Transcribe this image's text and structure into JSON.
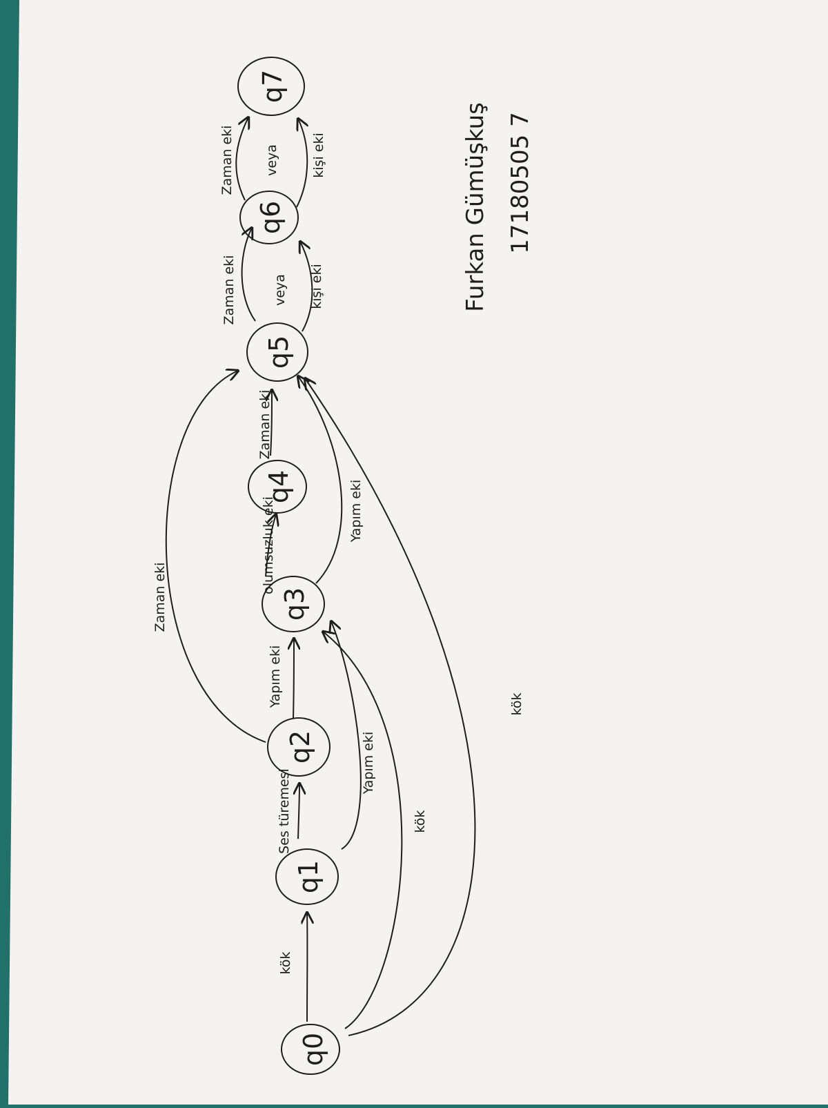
{
  "states": [
    {
      "id": "q0",
      "label": "q0"
    },
    {
      "id": "q1",
      "label": "q1"
    },
    {
      "id": "q2",
      "label": "q2"
    },
    {
      "id": "q3",
      "label": "q3"
    },
    {
      "id": "q4",
      "label": "q4"
    },
    {
      "id": "q5",
      "label": "q5"
    },
    {
      "id": "q6",
      "label": "q6"
    },
    {
      "id": "q7",
      "label": "q7"
    }
  ],
  "transitions": [
    {
      "id": "t-q0-q1-kok",
      "from": "q0",
      "to": "q1",
      "label": "kök"
    },
    {
      "id": "t-q1-q2-ses",
      "from": "q1",
      "to": "q2",
      "label": "Ses türemesi"
    },
    {
      "id": "t-q1-q3-yapim",
      "from": "q1",
      "to": "q3",
      "label": "Yapım eki"
    },
    {
      "id": "t-q0-q3-kok",
      "from": "q0",
      "to": "q3",
      "label": "kök"
    },
    {
      "id": "t-q0-q5-kok",
      "from": "q0",
      "to": "q5",
      "label": "kök"
    },
    {
      "id": "t-q2-q3-yapim",
      "from": "q2",
      "to": "q3",
      "label": "Yapım eki"
    },
    {
      "id": "t-q2-q5-zaman",
      "from": "q2",
      "to": "q5",
      "label": "Zaman eki"
    },
    {
      "id": "t-q3-q4-olumsuzluk",
      "from": "q3",
      "to": "q4",
      "label": "olumsuzluk eki"
    },
    {
      "id": "t-q3-q5-yapim",
      "from": "q3",
      "to": "q5",
      "label": "Yapım eki"
    },
    {
      "id": "t-q4-q5-zaman",
      "from": "q4",
      "to": "q5",
      "label": "Zaman eki"
    },
    {
      "id": "t-q5-q6-zaman",
      "from": "q5",
      "to": "q6",
      "label": "Zaman eki"
    },
    {
      "id": "t-q5-q6-kisi",
      "from": "q5",
      "to": "q6",
      "label": "kişi eki"
    },
    {
      "id": "t-q5-q6-veya",
      "from": "q5",
      "to": "q6",
      "label": "veya"
    },
    {
      "id": "t-q6-q7-zaman",
      "from": "q6",
      "to": "q7",
      "label": "Zaman eki"
    },
    {
      "id": "t-q6-q7-kisi",
      "from": "q6",
      "to": "q7",
      "label": "kişi eki"
    },
    {
      "id": "t-q6-q7-veya",
      "from": "q6",
      "to": "q7",
      "label": "veya"
    }
  ],
  "author": {
    "name": "Furkan Gümüşkuş",
    "number": "17180505 7"
  },
  "colors": {
    "paper": "#f4f3f1",
    "ink": "#1d1d1d",
    "background": "#22706a"
  }
}
